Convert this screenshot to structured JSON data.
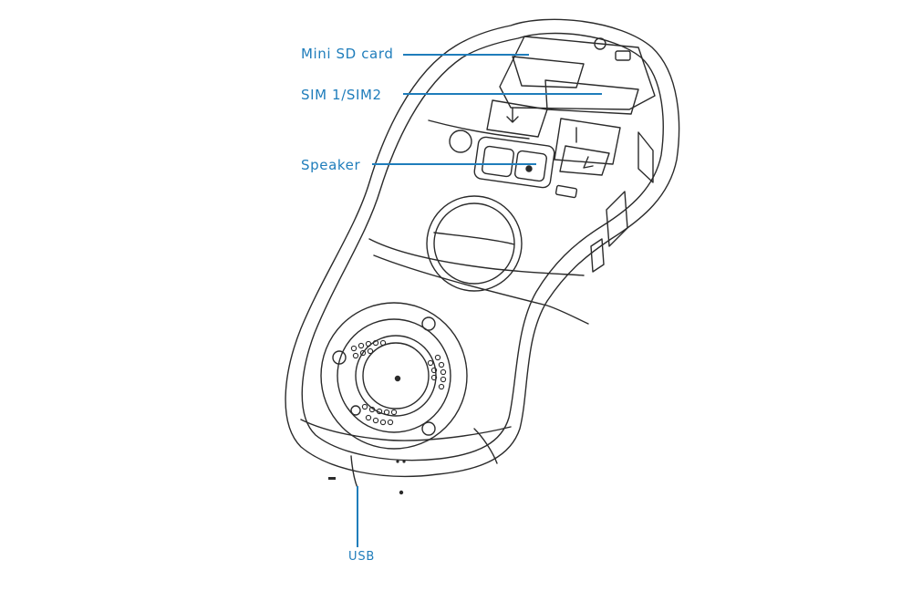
{
  "callouts": {
    "sd_card": "Mini SD card",
    "sim": "SIM 1/SIM2",
    "speaker": "Speaker",
    "usb": "USB"
  },
  "colors": {
    "line_art": "#2b2b2b",
    "callout": "#1f7dbb",
    "background": "#ffffff"
  }
}
